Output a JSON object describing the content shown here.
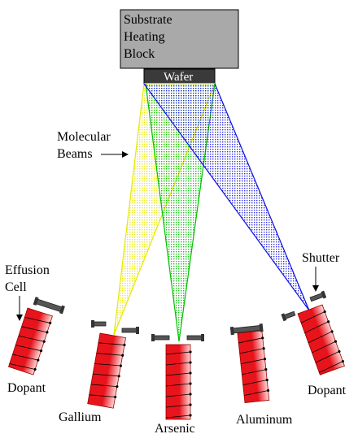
{
  "heating_block": {
    "lines": [
      "Substrate",
      "Heating",
      "Block"
    ],
    "fill": "#a9a9a9"
  },
  "wafer": {
    "label": "Wafer",
    "fill": "#3a3a3a"
  },
  "labels": {
    "molecular_beams": [
      "Molecular",
      "Beams"
    ],
    "effusion_cell": [
      "Effusion",
      "Cell"
    ],
    "shutter": "Shutter"
  },
  "cells": {
    "dopant_left": "Dopant",
    "gallium": "Gallium",
    "arsenic": "Arsenic",
    "aluminum": "Aluminum",
    "dopant_right": "Dopant"
  },
  "colors": {
    "cell_red": "#e8141c",
    "beam_yellow": "#ffff00",
    "beam_green": "#00d000",
    "beam_blue": "#1010e0",
    "shutter_gray": "#555555"
  }
}
